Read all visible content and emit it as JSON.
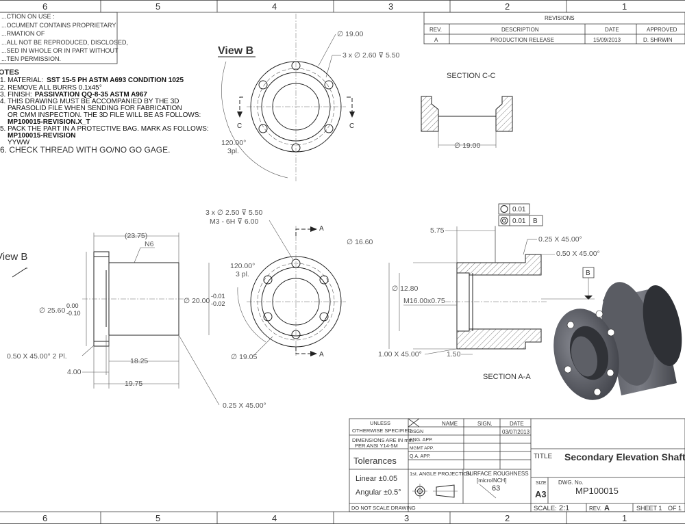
{
  "zone_columns": [
    "6",
    "5",
    "4",
    "3",
    "2",
    "1"
  ],
  "confidentiality": [
    "...CTION ON USE :",
    "...OCUMENT CONTAINS PROPRIETARY",
    "...RMATION OF",
    "...ALL NOT BE REPRODUCED, DISCLOSED,",
    "...SED IN WHOLE OR IN PART WITHOUT",
    "...TEN PERMISSION."
  ],
  "revisions": {
    "title": "REVISIONS",
    "headers": [
      "REV.",
      "DESCRIPTION",
      "DATE",
      "APPROVED"
    ],
    "rows": [
      [
        "A",
        "PRODUCTION RELEASE",
        "15/09/2013",
        "D. SHRWIN"
      ]
    ]
  },
  "notes": {
    "title": "OTES",
    "n1": "1. MATERIAL:",
    "n1_value": "SST 15-5 PH ASTM A693 CONDITION 1025",
    "n2": "2. REMOVE ALL BURRS 0.1x45°",
    "n3": "3. FINISH:",
    "n3_value": "PASSIVATION QQ-8-35 ASTM A967",
    "n4": "4. THIS DRAWING MUST BE ACCOMPANIED BY THE 3D",
    "n4b": "PARASOLID FILE WHEN SENDING FOR FABRICATION",
    "n4c": "OR CMM INSPECTION. THE 3D FILE WILL BE AS FOLLOWS:",
    "n4d": "MP100015-REVISION.X_T",
    "n5": "5. PACK THE PART IN A PROTECTIVE BAG. MARK AS FOLLOWS:",
    "n5b": "MP100015-REVISION",
    "n5c": "YYWW",
    "n6": "6. CHECK THREAD WITH GO/NO GO GAGE."
  },
  "view_b_top": {
    "label": "View B",
    "dia_outer": "∅ 19.00",
    "holes": "3 x ∅ 2.60 ⊽ 5.50",
    "angle": "120.00°",
    "angle_count": "3pl.",
    "cut": "C"
  },
  "section_cc": {
    "label": "SECTION C-C",
    "dia": "∅ 19.00"
  },
  "side_view": {
    "view_label": "View B",
    "len_top": "(23.75)",
    "finish": "N6",
    "dia_left": "∅ 25.60",
    "tol_up": "0.00",
    "tol_dn": "-0.10",
    "dia_right": "∅ 20.00",
    "tol_r_up": "-0.01",
    "tol_r_dn": "-0.02",
    "chamfer_left": "0.50 X 45.00° 2 Pl.",
    "d4": "4.00",
    "d1825": "18.25",
    "d1975": "19.75",
    "chamfer_bottom": "0.25 X 45.00°"
  },
  "front_view": {
    "holes": "3 x ∅ 2.50 ⊽ 5.50",
    "thread": "M3 - 6H ⊽ 6.00",
    "angle": "120.00°",
    "angle_count": "3 pl.",
    "bolt_circle": "∅ 19.05",
    "cut": "A"
  },
  "section_aa": {
    "label": "SECTION A-A",
    "d575": "5.75",
    "dia_outer": "∅ 16.60",
    "dia_inner": "∅ 12.80",
    "thread": "M16.00x0.75",
    "chamfer1": "0.25 X 45.00°",
    "chamfer2": "0.50 X 45.00°",
    "chamfer3": "1.00 X 45.00°",
    "d150": "1.50",
    "gdt1": "0.01",
    "gdt2": "0.01",
    "gdt_datum": "B",
    "datum": "B"
  },
  "title_block": {
    "unless": "UNLESS",
    "otherwise": "OTHERWISE SPECIFIED",
    "dims": "DIMENSIONS ARE IN mm.",
    "per": "PER ANSI Y14-5M",
    "tolerances": "Tolerances",
    "linear": "Linear  ±0.05",
    "angular": "Angular ±0.5°",
    "no_scale": "DO NOT SCALE DRAWING",
    "name_h": "NAME",
    "sign_h": "SIGN.",
    "date_h": "DATE",
    "dsgn": "DSGN",
    "dsgn_date": "03/07/2013",
    "eng": "ENG. APP.",
    "mgmt": "MGMT APP.",
    "qa": "Q.A. APP.",
    "projection": "1st. ANGLE PROJECTION",
    "surface": "SURFACE  ROUGHNESS",
    "micro": "[microINCH]",
    "roughness": "63",
    "title_label": "TITLE",
    "title": "Secondary Elevation Shaft",
    "size_label": "SIZE",
    "size": "A3",
    "dwg_label": "DWG. No.",
    "dwg": "MP100015",
    "scale_label": "SCALE:",
    "scale": "2:1",
    "rev_label": "REV.",
    "rev": "A",
    "sheet": "SHEET 1",
    "of": "OF 1"
  }
}
